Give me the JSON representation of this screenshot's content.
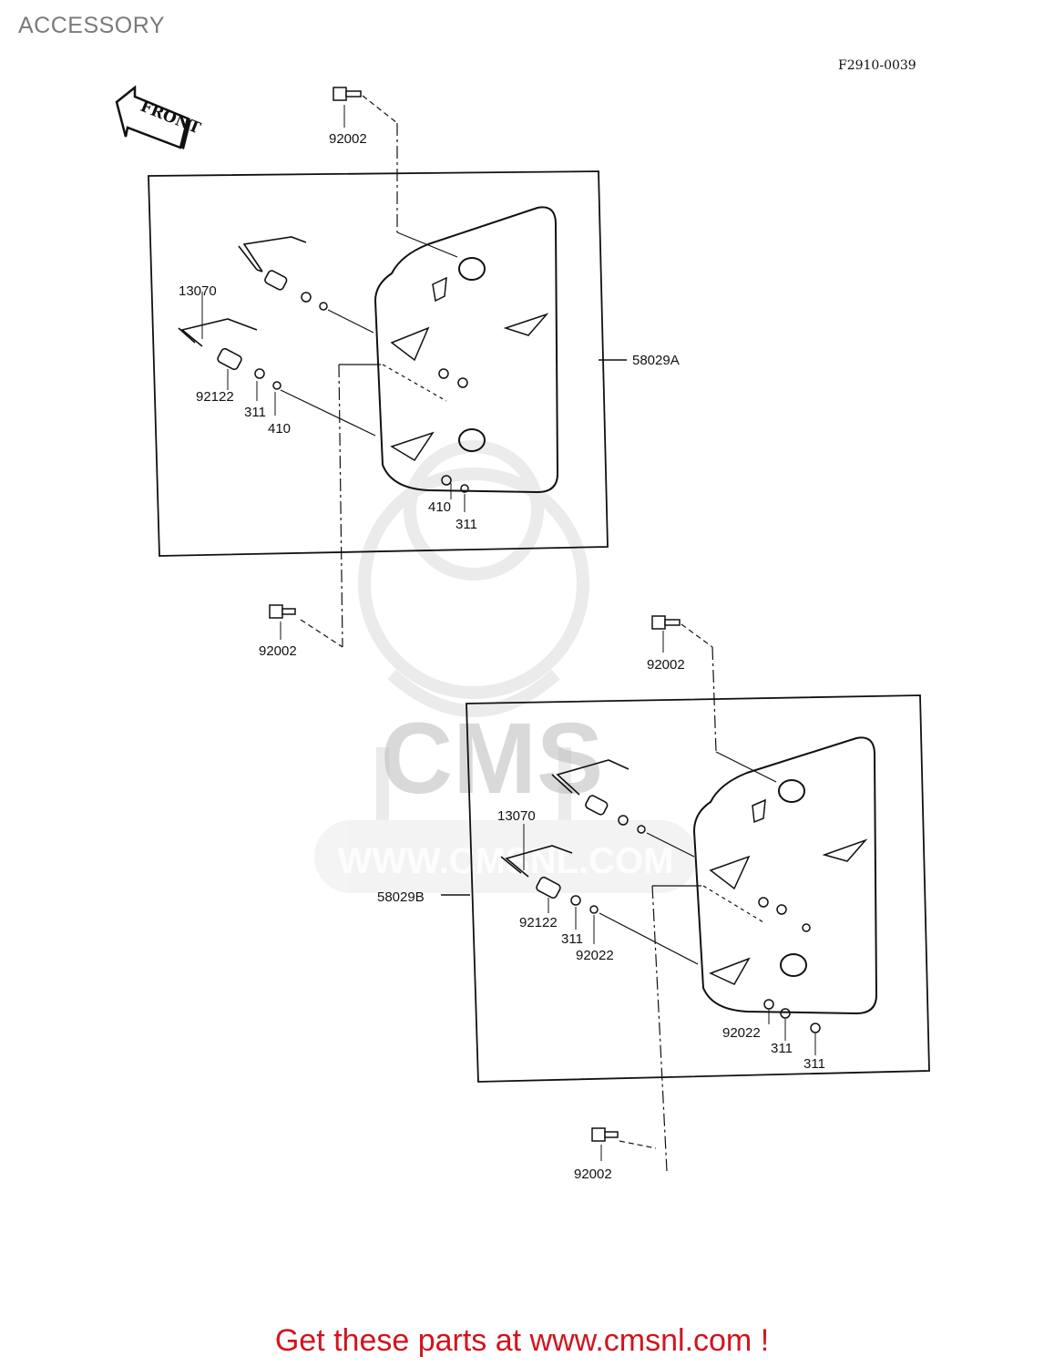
{
  "title": "ACCESSORY",
  "figure_code": "F2910-0039",
  "front_arrow_label": "FRONT",
  "watermark": {
    "brand_text": "CMS",
    "url_text": "WWW.CMSNL.COM"
  },
  "upper_assembly": {
    "assembly_label": "58029A",
    "callouts": [
      {
        "id": "bolt-top",
        "label": "92002"
      },
      {
        "id": "rod",
        "label": "13070"
      },
      {
        "id": "collar",
        "label": "92122"
      },
      {
        "id": "nut",
        "label": "311"
      },
      {
        "id": "washer",
        "label": "410"
      },
      {
        "id": "washer-lower",
        "label": "410"
      },
      {
        "id": "nut-lower",
        "label": "311"
      },
      {
        "id": "bolt-bottom",
        "label": "92002"
      }
    ]
  },
  "lower_assembly": {
    "assembly_label": "58029B",
    "callouts": [
      {
        "id": "bolt-top",
        "label": "92002"
      },
      {
        "id": "rod",
        "label": "13070"
      },
      {
        "id": "collar",
        "label": "92122"
      },
      {
        "id": "nut",
        "label": "311"
      },
      {
        "id": "washer",
        "label": "92022"
      },
      {
        "id": "washer-lower",
        "label": "92022"
      },
      {
        "id": "nut-lower-1",
        "label": "311"
      },
      {
        "id": "nut-lower-2",
        "label": "311"
      },
      {
        "id": "bolt-bottom",
        "label": "92002"
      }
    ]
  },
  "footer": {
    "text": "Get these parts at www.cmsnl.com !",
    "color": "#d2141e"
  }
}
